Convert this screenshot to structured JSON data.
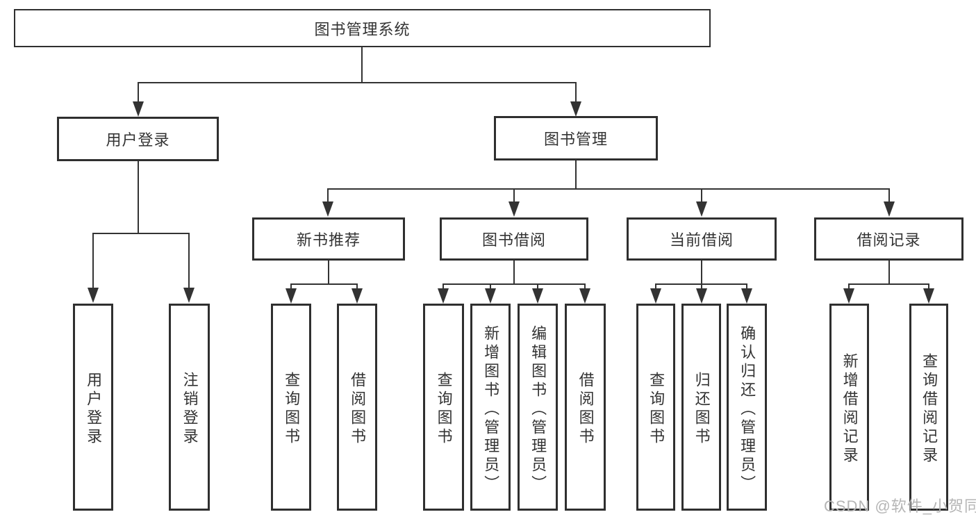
{
  "nodes": {
    "root": "图书管理系统",
    "user_login_branch": "用户登录",
    "book_management": "图书管理",
    "login": "用户登录",
    "logout": "注销登录",
    "new_book_recommend": "新书推荐",
    "book_borrow": "图书借阅",
    "current_borrow": "当前借阅",
    "borrow_record": "借阅记录",
    "nb_query_book": "查询图书",
    "nb_borrow_book": "借阅图书",
    "bb_query_book": "查询图书",
    "bb_add_book": "新增图书（管理员）",
    "bb_edit_book": "编辑图书（管理员）",
    "bb_borrow_book": "借阅图书",
    "cb_query_book": "查询图书",
    "cb_return_book": "归还图书",
    "cb_confirm_return": "确认归还（管理员）",
    "br_add_record": "新增借阅记录",
    "br_query_record": "查询借阅记录"
  },
  "hierarchy": {
    "图书管理系统": {
      "用户登录": [
        "用户登录",
        "注销登录"
      ],
      "图书管理": {
        "新书推荐": [
          "查询图书",
          "借阅图书"
        ],
        "图书借阅": [
          "查询图书",
          "新增图书（管理员）",
          "编辑图书（管理员）",
          "借阅图书"
        ],
        "当前借阅": [
          "查询图书",
          "归还图书",
          "确认归还（管理员）"
        ],
        "借阅记录": [
          "新增借阅记录",
          "查询借阅记录"
        ]
      }
    }
  },
  "watermark": {
    "text": "CSDN @软件_小贺同学",
    "color": "#b5b5b5"
  },
  "colors": {
    "border": "#2f2f2f",
    "line": "#333333",
    "text": "#333333",
    "background": "#ffffff"
  }
}
